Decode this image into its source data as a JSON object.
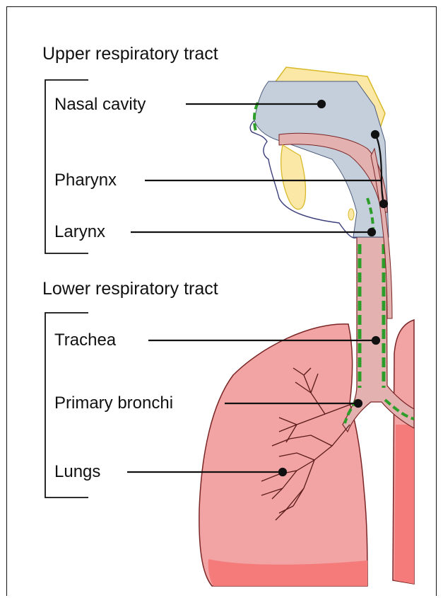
{
  "sections": [
    {
      "heading": "Upper respiratory tract",
      "items": [
        "Nasal cavity",
        "Pharynx",
        "Larynx"
      ]
    },
    {
      "heading": "Lower respiratory tract",
      "items": [
        "Trachea",
        "Primary bronchi",
        "Lungs"
      ]
    }
  ],
  "colors": {
    "lung": "#f2a3a3",
    "lung_dark": "#f57b7b",
    "airway": "#e3b1b0",
    "nasal": "#c5cfdc",
    "bone": "#fbe8a6",
    "bone_outline": "#d8b929",
    "cilia": "#2e9e2a",
    "leader_line": "#111111"
  }
}
